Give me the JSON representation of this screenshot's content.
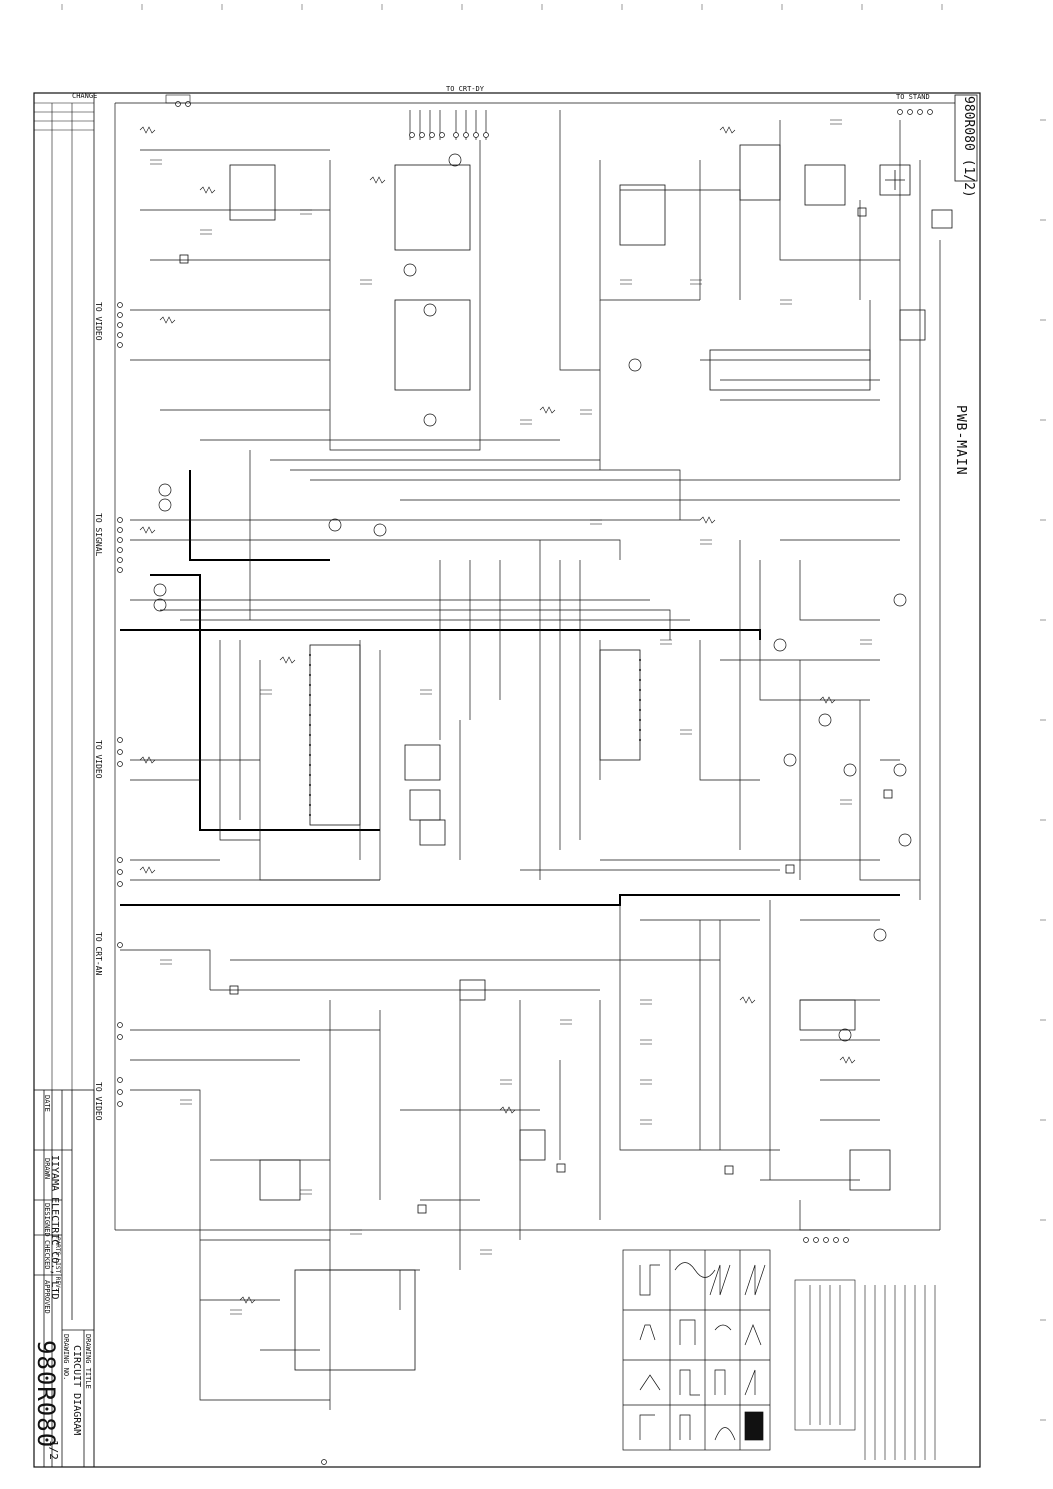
{
  "sheet_title": "980R080 (1/2)",
  "board_label": "PWB-MAIN",
  "connectors": {
    "crt_dy": "TO CRT-DY",
    "stand": "TO STAND",
    "video_1": "TO VIDEO",
    "signal": "TO SIGNAL",
    "video_2": "TO VIDEO",
    "crt_an": "TO CRT-AN",
    "video_3": "TO VIDEO"
  },
  "revision_block": {
    "header": "CHANGE"
  },
  "title_block": {
    "company": "IIYAMA ELECTRIC CO., LTD",
    "drawing_title_label": "DRAWING TITLE",
    "drawing_title": "CIRCUIT DIAGRAM",
    "drawing_no_label": "DRAWING NO.",
    "drawing_no": "980R080",
    "drawing_sheet": "1/2",
    "date_label": "DATE",
    "drawn_label": "DRAWN",
    "designed_label": "DESIGNED",
    "checked_label": "CHECKED",
    "approved_label": "APPROVED",
    "parts_label": "PARTS LIST REV."
  },
  "colors": {
    "ink": "#111111",
    "paper": "#ffffff",
    "bus": "#000000"
  }
}
